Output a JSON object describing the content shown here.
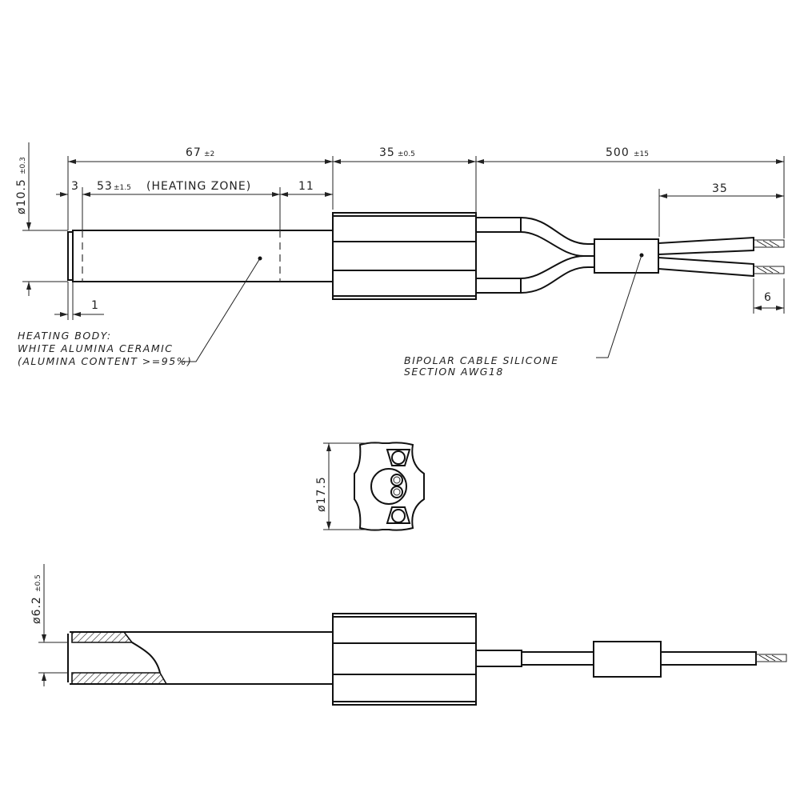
{
  "top_view": {
    "dim_total_heating_body": {
      "value": "67",
      "tolerance": "±2"
    },
    "dim_connector": {
      "value": "35",
      "tolerance": "±0.5"
    },
    "dim_cable": {
      "value": "500",
      "tolerance": "±15"
    },
    "dim_strip_split": "35",
    "dim_strip_bare": "6",
    "dim_tip": "3",
    "dim_heating_zone": {
      "value": "53",
      "tolerance": "±1.5",
      "label": "(HEATING ZONE)"
    },
    "dim_cold_zone": "11",
    "dim_cap": "1",
    "dim_diameter": {
      "value": "ø10.5",
      "tolerance": "±0.3"
    },
    "note_heating_body": [
      "HEATING BODY:",
      "WHITE ALUMINA CERAMIC",
      "(ALUMINA CONTENT >=95%)"
    ],
    "note_cable": [
      "BIPOLAR CABLE SILICONE",
      "SECTION AWG18"
    ]
  },
  "end_view": {
    "dim_diameter": "ø17.5"
  },
  "section_view": {
    "dim_bore": {
      "value": "ø6.2",
      "tolerance": "±0.5"
    }
  }
}
